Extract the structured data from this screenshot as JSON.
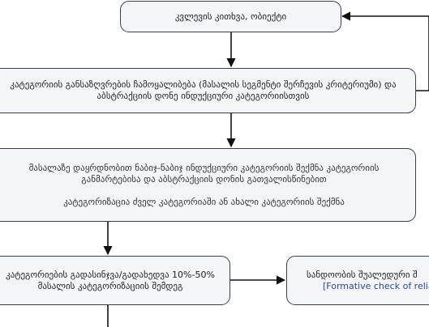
{
  "nodes": {
    "n1": {
      "lines": [
        "კვლევის კითხვა, ობიექტი"
      ]
    },
    "n2": {
      "lines": [
        "კატეგორიის განსაზღვრების ჩამოყალიბება (მასალის სეგმენტი შერჩევის კრიტერიუმი) და",
        "აბსტრაქციის დონე ინდუქციური კატეგორიისთვის"
      ]
    },
    "n3": {
      "lines": [
        "მასალაზე დაყრდნობით ნაბიჯ-ნაბიჯ ინდუქციური კატეგორიის შექმნა კატეგორიის",
        "განმარტებისა და აბსტრაქციის დონის გათვალისწინებით",
        "კატეგორიზაცია ძველ კატეგორიაში ან ახალი კატეგორიის შექმნა"
      ]
    },
    "n4": {
      "lines": [
        "კატეგორიების გადასინჯვა/გადახედვა 10%-50%",
        "მასალის კატეგორიზაციის შემდეგ"
      ]
    },
    "n5": {
      "lines": [
        "სანდოობის შუალედური შ",
        "[Formative check of reliab"
      ]
    }
  },
  "colors": {
    "box_fill": "#f3f5f9",
    "border": "#3c3f46",
    "arrow": "#111111"
  }
}
